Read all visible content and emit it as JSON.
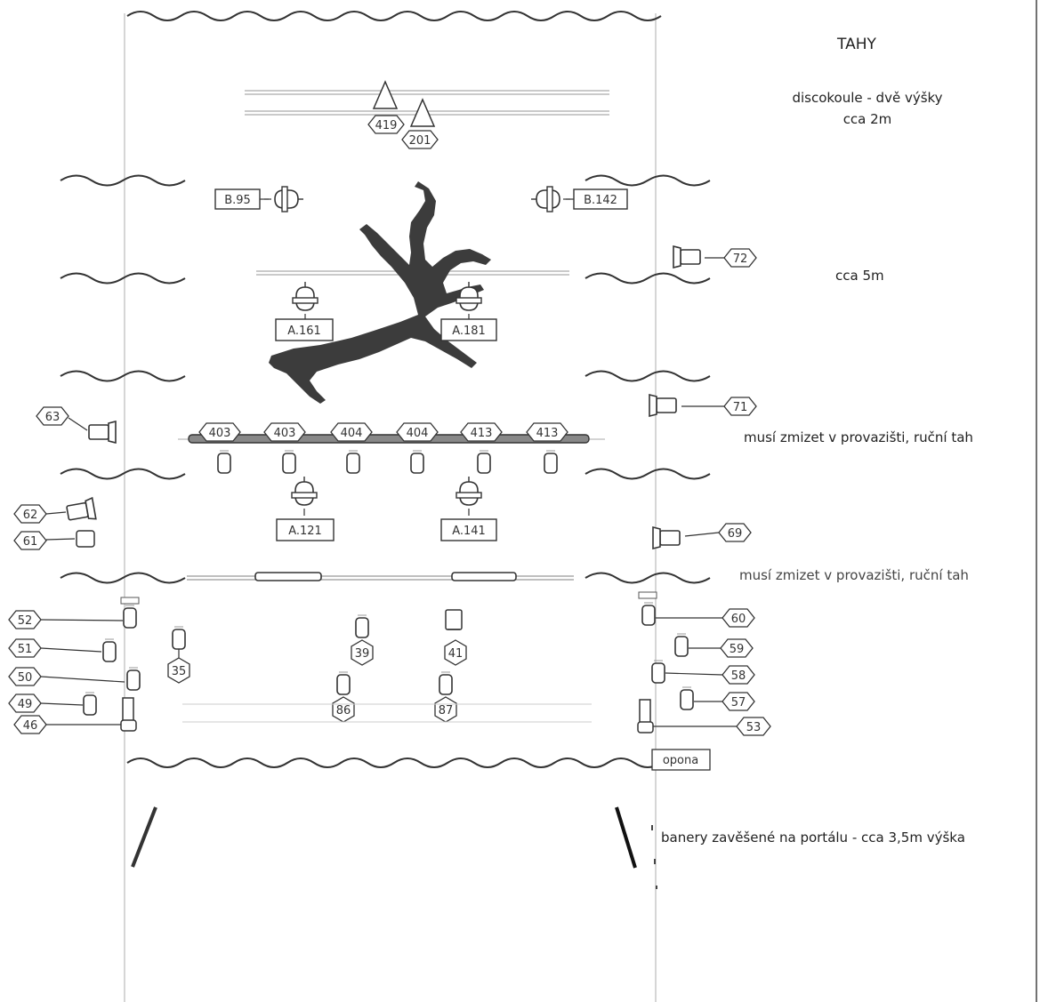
{
  "notes": {
    "title": "TAHY",
    "disco_line1": "discokoule - dvě výšky",
    "disco_line2": "cca 2m",
    "height_5m": "cca 5m",
    "vanish_1": "musí zmizet v provazišti, ruční tah",
    "vanish_2": "musí zmizet v provazišti, ruční tah",
    "banners": "banery zavěšené na portálu - cca 3,5m výška"
  },
  "fixtures": {
    "disco_a": "419",
    "disco_b": "201",
    "b_left": "B.95",
    "b_right": "B.142",
    "a161": "A.161",
    "a181": "A.181",
    "a121": "A.121",
    "a141": "A.141",
    "bar_1": "403",
    "bar_2": "403",
    "bar_3": "404",
    "bar_4": "404",
    "bar_5": "413",
    "bar_6": "413",
    "n72": "72",
    "n71": "71",
    "n69": "69",
    "n63": "63",
    "n62": "62",
    "n61": "61",
    "n52": "52",
    "n51": "51",
    "n50": "50",
    "n49": "49",
    "n46": "46",
    "n35": "35",
    "n39": "39",
    "n41": "41",
    "n86": "86",
    "n87": "87",
    "n60": "60",
    "n59": "59",
    "n58": "58",
    "n57": "57",
    "n53": "53",
    "opona": "opona"
  },
  "colors": {
    "ink": "#222222",
    "line": "#555555",
    "tree": "#3c3c3c",
    "pale": "#bbbbbb"
  }
}
